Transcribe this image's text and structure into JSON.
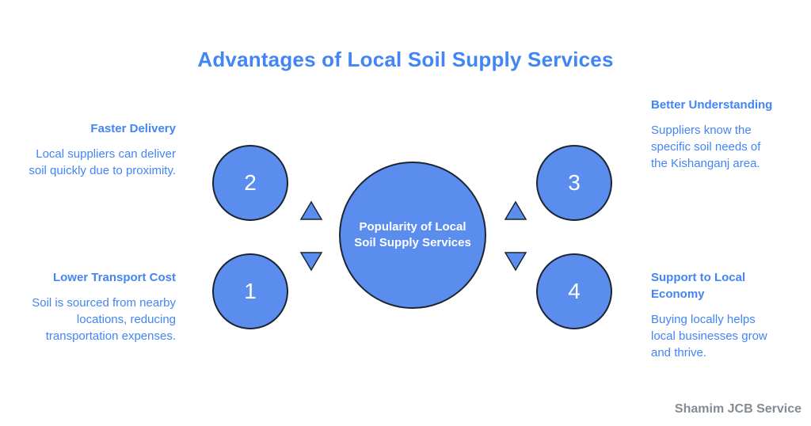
{
  "title": "Advantages of Local Soil Supply Services",
  "center": {
    "label": "Popularity of Local Soil Supply Services"
  },
  "nodes": [
    {
      "number": "1"
    },
    {
      "number": "2"
    },
    {
      "number": "3"
    },
    {
      "number": "4"
    }
  ],
  "sections": {
    "faster_delivery": {
      "heading": "Faster Delivery",
      "body": "Local suppliers can deliver soil quickly due to proximity."
    },
    "lower_transport": {
      "heading": "Lower Transport Cost",
      "body": "Soil is sourced from nearby locations, reducing transportation expenses."
    },
    "better_understanding": {
      "heading": "Better Understanding",
      "body": "Suppliers know the specific soil needs of the Kishanganj area."
    },
    "support_local": {
      "heading": "Support to Local Economy",
      "body": "Buying locally helps local businesses grow and thrive."
    }
  },
  "footer": "Shamim JCB Service",
  "colors": {
    "accent": "#4285F4",
    "circle_fill": "#5B8DEF",
    "outline": "#1b2631"
  }
}
